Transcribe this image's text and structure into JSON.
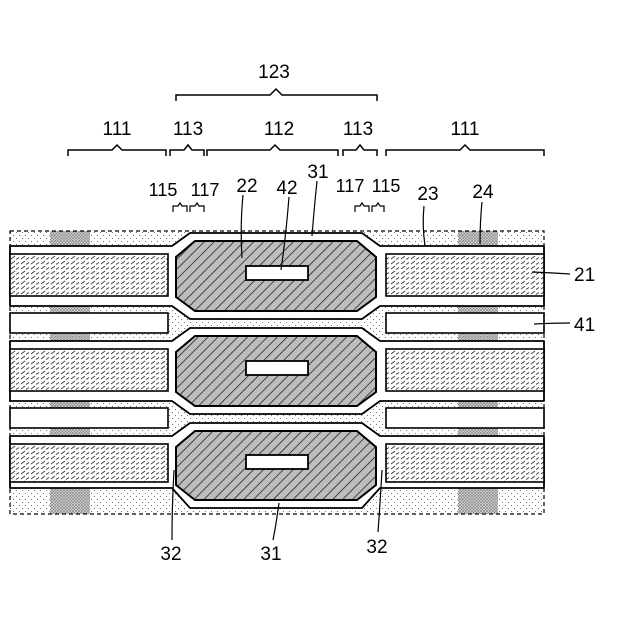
{
  "brackets": {
    "region_123": "123",
    "region_111_left": "111",
    "region_113_left": "113",
    "region_112": "112",
    "region_113_right": "113",
    "region_111_right": "111"
  },
  "callouts": {
    "label_115_left": "115",
    "label_117_left": "117",
    "label_22": "22",
    "label_42": "42",
    "label_31_top": "31",
    "label_117_right": "117",
    "label_115_right": "115",
    "label_23": "23",
    "label_24": "24",
    "label_21": "21",
    "label_41": "41",
    "label_32_left": "32",
    "label_31_bottom": "31",
    "label_32_right": "32"
  }
}
